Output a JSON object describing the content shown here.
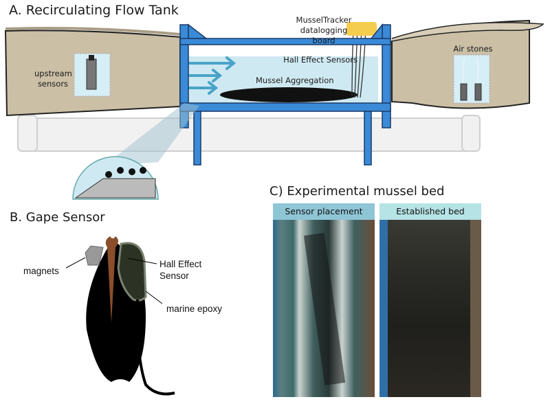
{
  "panel_a": {
    "title": "A. Recirculating Flow Tank",
    "labels": {
      "upstream_sensors": "upstream sensors",
      "datalogging_board": "MusselTracker datalogging board",
      "hall_effect_sensors": "Hall Effect Sensors",
      "mussel_aggregation": "Mussel Aggregation",
      "air_stones": "Air stones"
    },
    "colors": {
      "frame_blue": "#3a8ad8",
      "tank_tan": "#cbbfa6",
      "water": "#cfe9f2",
      "arrow": "#4aa3c8",
      "board_yellow": "#f5cd4e"
    }
  },
  "panel_b": {
    "title": "B. Gape Sensor",
    "labels": {
      "magnets": "magnets",
      "hall_effect_sensor": "Hall Effect Sensor",
      "marine_epoxy": "marine epoxy"
    }
  },
  "panel_c": {
    "title": "C) Experimental mussel bed",
    "photos": [
      {
        "label": "Sensor placement",
        "header_color": "#8fc6d6"
      },
      {
        "label": "Established bed",
        "header_color": "#b5e3e6"
      }
    ]
  }
}
